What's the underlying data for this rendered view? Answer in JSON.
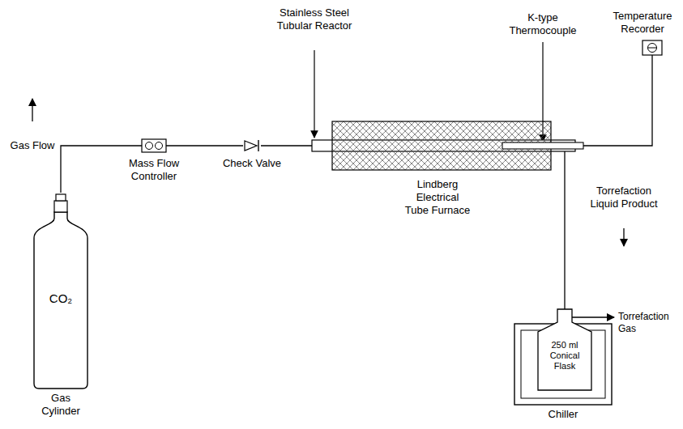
{
  "diagram": {
    "nodes": [
      {
        "text": [
          "CO₂",
          "Gas Cylinder"
        ]
      },
      {
        "text": [
          "Mass Flow Controller"
        ]
      },
      {
        "text": [
          "Check Valve"
        ]
      },
      {
        "text": [
          "Lindberg Electrical Tube Furnace"
        ]
      },
      {
        "text": [
          "Temperature Recorder"
        ]
      },
      {
        "text": [
          "Chiller"
        ]
      },
      {
        "text": [
          "250 ml Conical Flask"
        ],
        "in": 5
      }
    ],
    "edges": [
      {
        "from": 0,
        "to": 1,
        "arrow": "none"
      },
      {
        "from": 1,
        "to": 2,
        "arrow": "none"
      },
      {
        "from": 2,
        "to": 3,
        "arrow": "none"
      },
      {
        "from": 3,
        "to": 6,
        "arrow": "none"
      },
      {
        "from": 3,
        "to": 4,
        "arrow": "none"
      }
    ],
    "labels": [
      "Gas Flow",
      "Stainless Steel Tubular Reactor",
      "K-type Thermocouple",
      "Torrefaction Liquid Product",
      "Torrefaction Gas"
    ]
  }
}
